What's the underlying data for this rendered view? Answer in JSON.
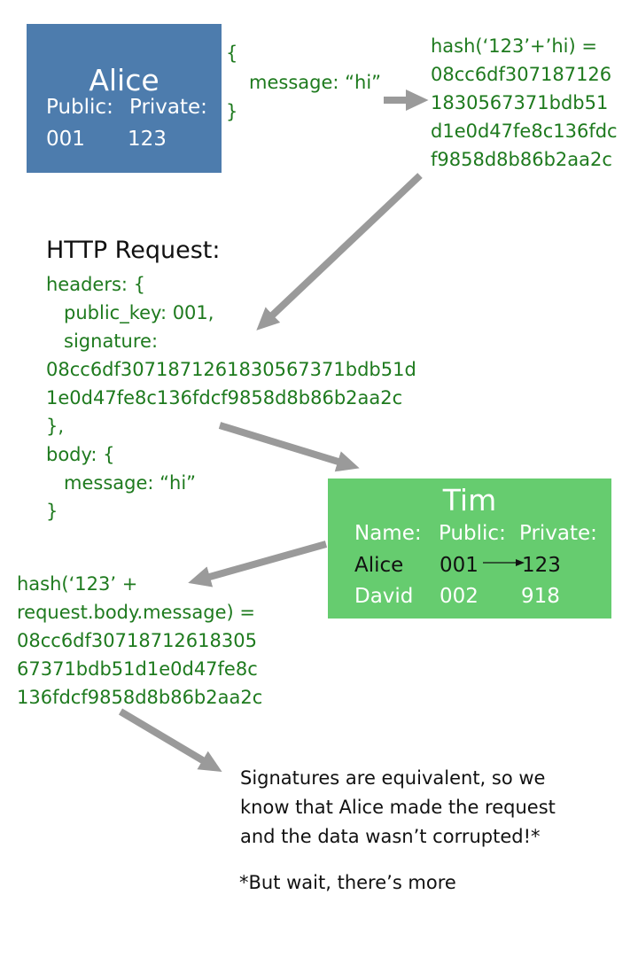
{
  "alice": {
    "name": "Alice",
    "public_label": "Public:",
    "private_label": "Private:",
    "public_value": "001",
    "private_value": "123"
  },
  "message_object": {
    "open": "{",
    "line": "message: “hi”",
    "close": "}"
  },
  "hash_top": [
    "hash(‘123’+’hi) =",
    "08cc6df307187126",
    "1830567371bdb51",
    "d1e0d47fe8c136fdc",
    "f9858d8b86b2aa2c"
  ],
  "http_request": {
    "title": "HTTP Request:",
    "lines": [
      "headers: {",
      "   public_key: 001,",
      "   signature:",
      "08cc6df3071871261830567371bdb51d",
      "1e0d47fe8c136fdcf9858d8b86b2aa2c",
      "},",
      "body: {",
      "   message: “hi”",
      "}"
    ]
  },
  "tim": {
    "name": "Tim",
    "headers": [
      "Name:",
      "Public:",
      "Private:"
    ],
    "rows": [
      [
        "Alice",
        "001",
        "123"
      ],
      [
        "David",
        "002",
        "918"
      ]
    ]
  },
  "hash_bottom": [
    "hash(‘123’ +",
    "request.body.message) =",
    "08cc6df30718712618305",
    "67371bdb51d1e0d47fe8c",
    "136fdcf9858d8b86b2aa2c"
  ],
  "conclusion": [
    "Signatures are equivalent, so we",
    "know that Alice made the request",
    "and the data wasn’t corrupted!*"
  ],
  "footnote": "*But wait, there’s more",
  "colors": {
    "alice_box": "#4d7cad",
    "tim_box": "#66cc6f",
    "code_green": "#1e7a1e",
    "arrow": "#9a9a9a"
  }
}
